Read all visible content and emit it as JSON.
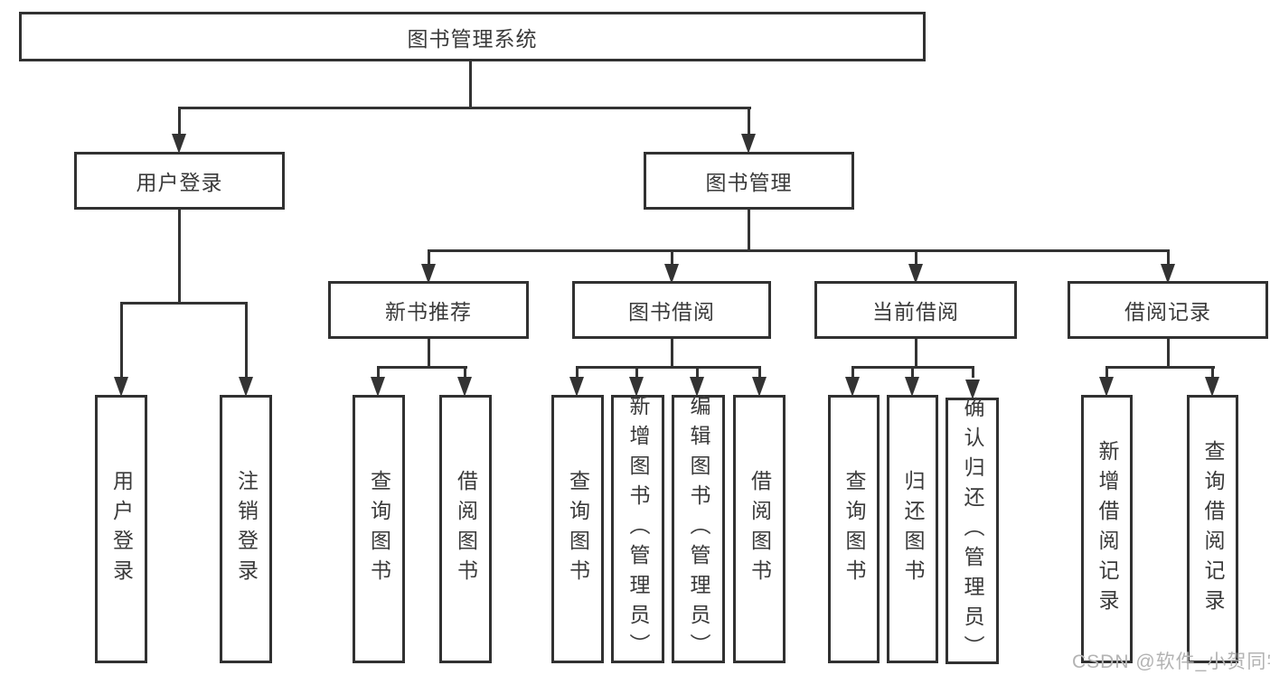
{
  "diagram": {
    "type": "hierarchy-tree",
    "colors": {
      "line": "#333333",
      "box_border": "#313131",
      "box_fill": "#ffffff",
      "text": "#3a3a3a",
      "watermark_text": "#b3b3b3"
    },
    "tree": {
      "label": "图书管理系统",
      "children": [
        {
          "label": "用户登录",
          "children": [
            {
              "label": "用户登录"
            },
            {
              "label": "注销登录"
            }
          ]
        },
        {
          "label": "图书管理",
          "children": [
            {
              "label": "新书推荐",
              "children": [
                {
                  "label": "查询图书"
                },
                {
                  "label": "借阅图书"
                }
              ]
            },
            {
              "label": "图书借阅",
              "children": [
                {
                  "label": "查询图书"
                },
                {
                  "label": "新增图书（管理员）"
                },
                {
                  "label": "编辑图书（管理员）"
                },
                {
                  "label": "借阅图书"
                }
              ]
            },
            {
              "label": "当前借阅",
              "children": [
                {
                  "label": "查询图书"
                },
                {
                  "label": "归还图书"
                },
                {
                  "label": "确认归还（管理员）"
                }
              ]
            },
            {
              "label": "借阅记录",
              "children": [
                {
                  "label": "新增借阅记录"
                },
                {
                  "label": "查询借阅记录"
                }
              ]
            }
          ]
        }
      ]
    },
    "watermark": "CSDN @软件_小贺同学"
  }
}
